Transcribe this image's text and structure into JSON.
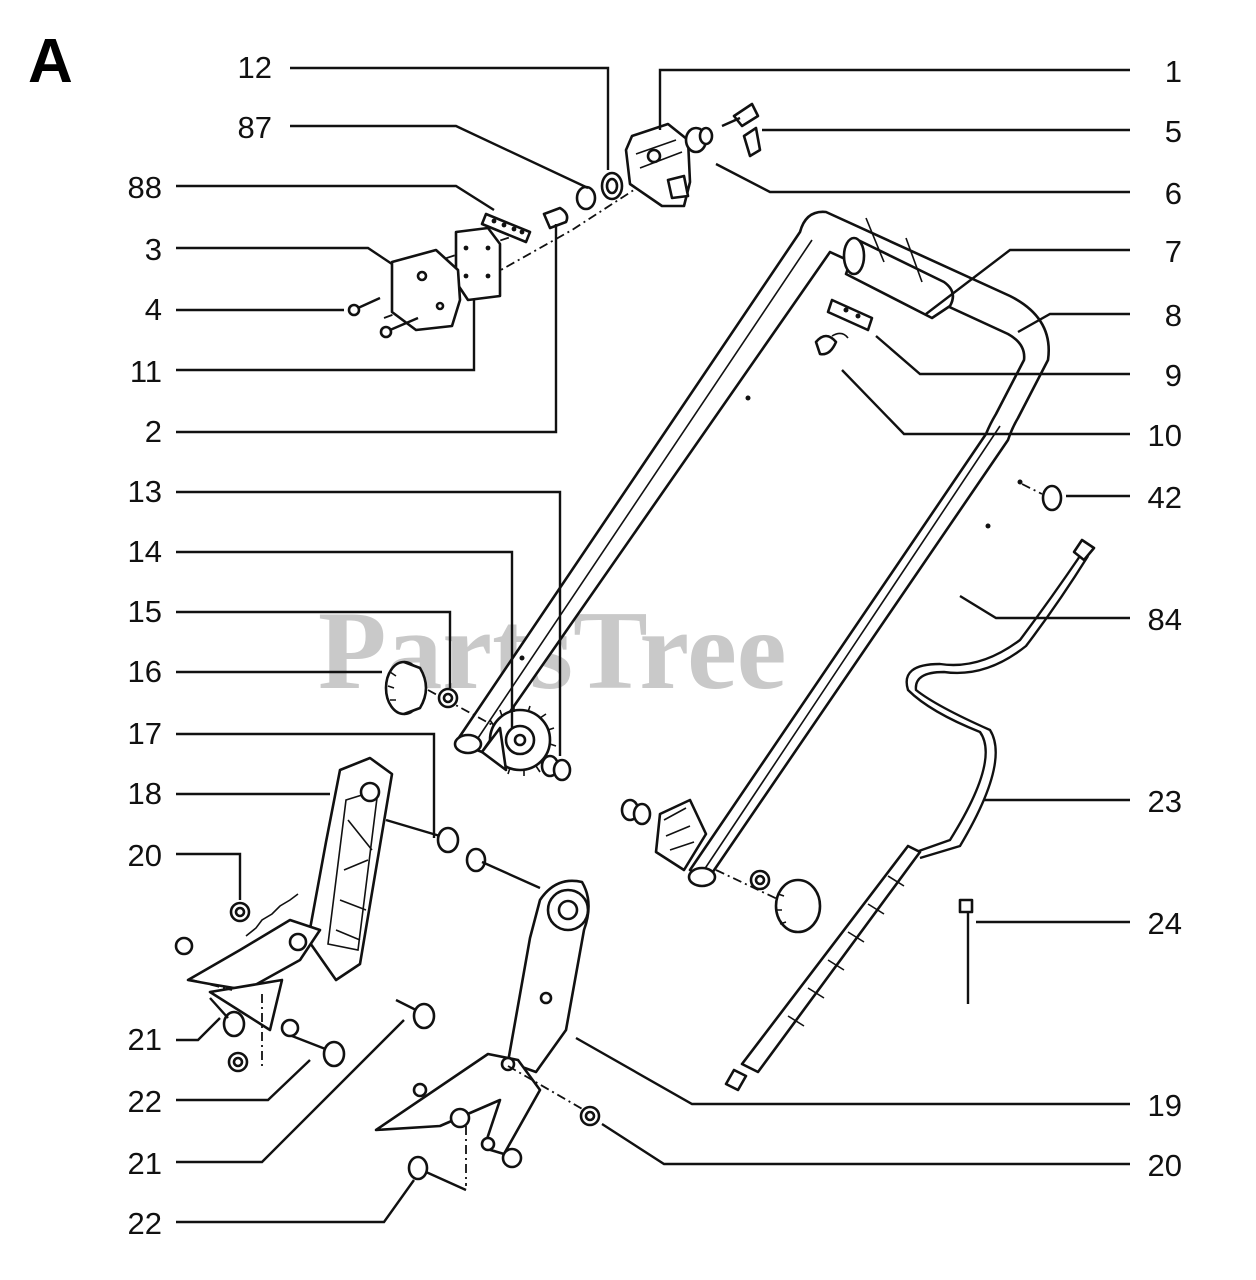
{
  "section_letter": "A",
  "watermark": "PartsTree",
  "callouts": {
    "l12": "12",
    "l87": "87",
    "l88": "88",
    "l3": "3",
    "l4": "4",
    "l11": "11",
    "l2": "2",
    "l13": "13",
    "l14": "14",
    "l15": "15",
    "l16": "16",
    "l17": "17",
    "l18": "18",
    "l20a": "20",
    "l21a": "21",
    "l22a": "22",
    "l21b": "21",
    "l22b": "22",
    "r1": "1",
    "r5": "5",
    "r6": "6",
    "r7": "7",
    "r8": "8",
    "r9": "9",
    "r10": "10",
    "r42": "42",
    "r84": "84",
    "r23": "23",
    "r24": "24",
    "r19": "19",
    "r20": "20"
  }
}
